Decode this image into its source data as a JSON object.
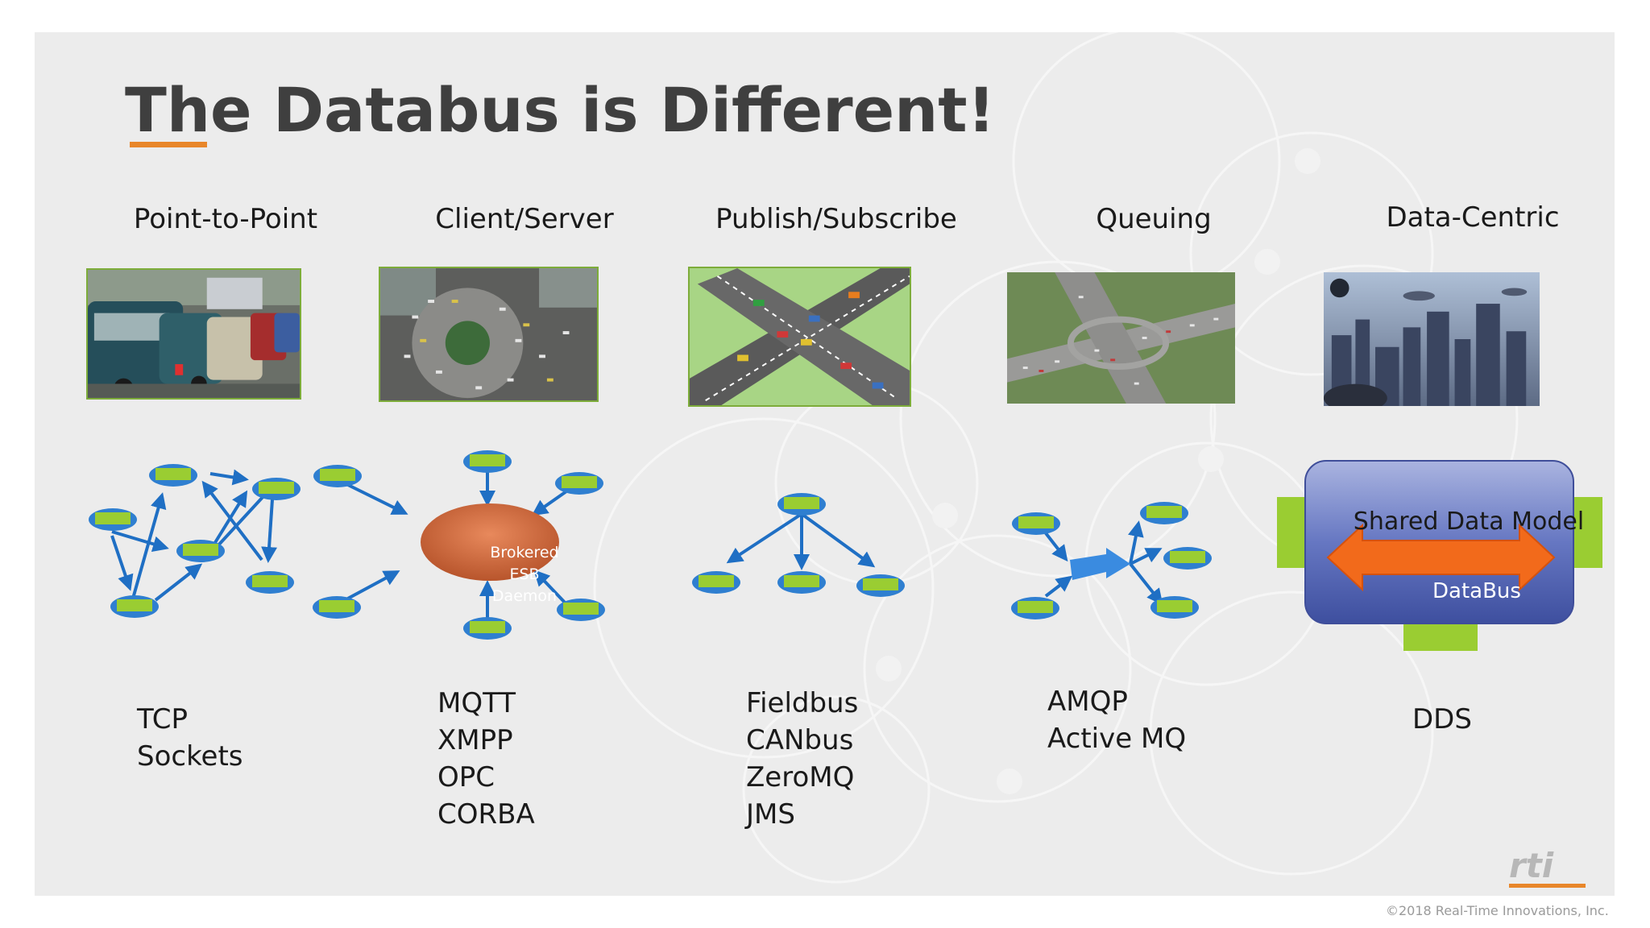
{
  "slide": {
    "title": "The Databus is Different!"
  },
  "columns": [
    {
      "heading": "Point-to-Point",
      "photo": "stop-and-go-traffic-photo",
      "protocols": [
        "TCP",
        "Sockets"
      ]
    },
    {
      "heading": "Client/Server",
      "photo": "roundabout-traffic-photo",
      "protocols": [
        "MQTT",
        "XMPP",
        "OPC",
        "CORBA"
      ]
    },
    {
      "heading": "Publish/Subscribe",
      "photo": "highway-overpass-illustration",
      "protocols": [
        "Fieldbus",
        "CANbus",
        "ZeroMQ",
        "JMS"
      ]
    },
    {
      "heading": "Queuing",
      "photo": "highway-interchange-photo",
      "protocols": [
        "AMQP",
        "Active MQ"
      ]
    },
    {
      "heading": "Data-Centric",
      "photo": "futuristic-city-illustration",
      "protocols": [
        "DDS"
      ]
    }
  ],
  "client_server_hub": {
    "lines": [
      "Brokered",
      "ESB",
      "Daemon"
    ]
  },
  "data_centric_box": {
    "label": "Shared Data Model",
    "bus_label": "DataBus"
  },
  "footer": {
    "logo": "rti",
    "copyright": "©2018 Real-Time Innovations, Inc."
  },
  "colors": {
    "title": "#3f3f3f",
    "accent_orange": "#e8862a",
    "node_green": "#9acd32",
    "node_blue": "#2f7fd0",
    "arrow_blue": "#1f6fc4",
    "esb_orange": "#c8623a",
    "box_blue": "#5570b8",
    "bus_orange": "#f26a1b",
    "photo_border": "#7dac3a"
  }
}
